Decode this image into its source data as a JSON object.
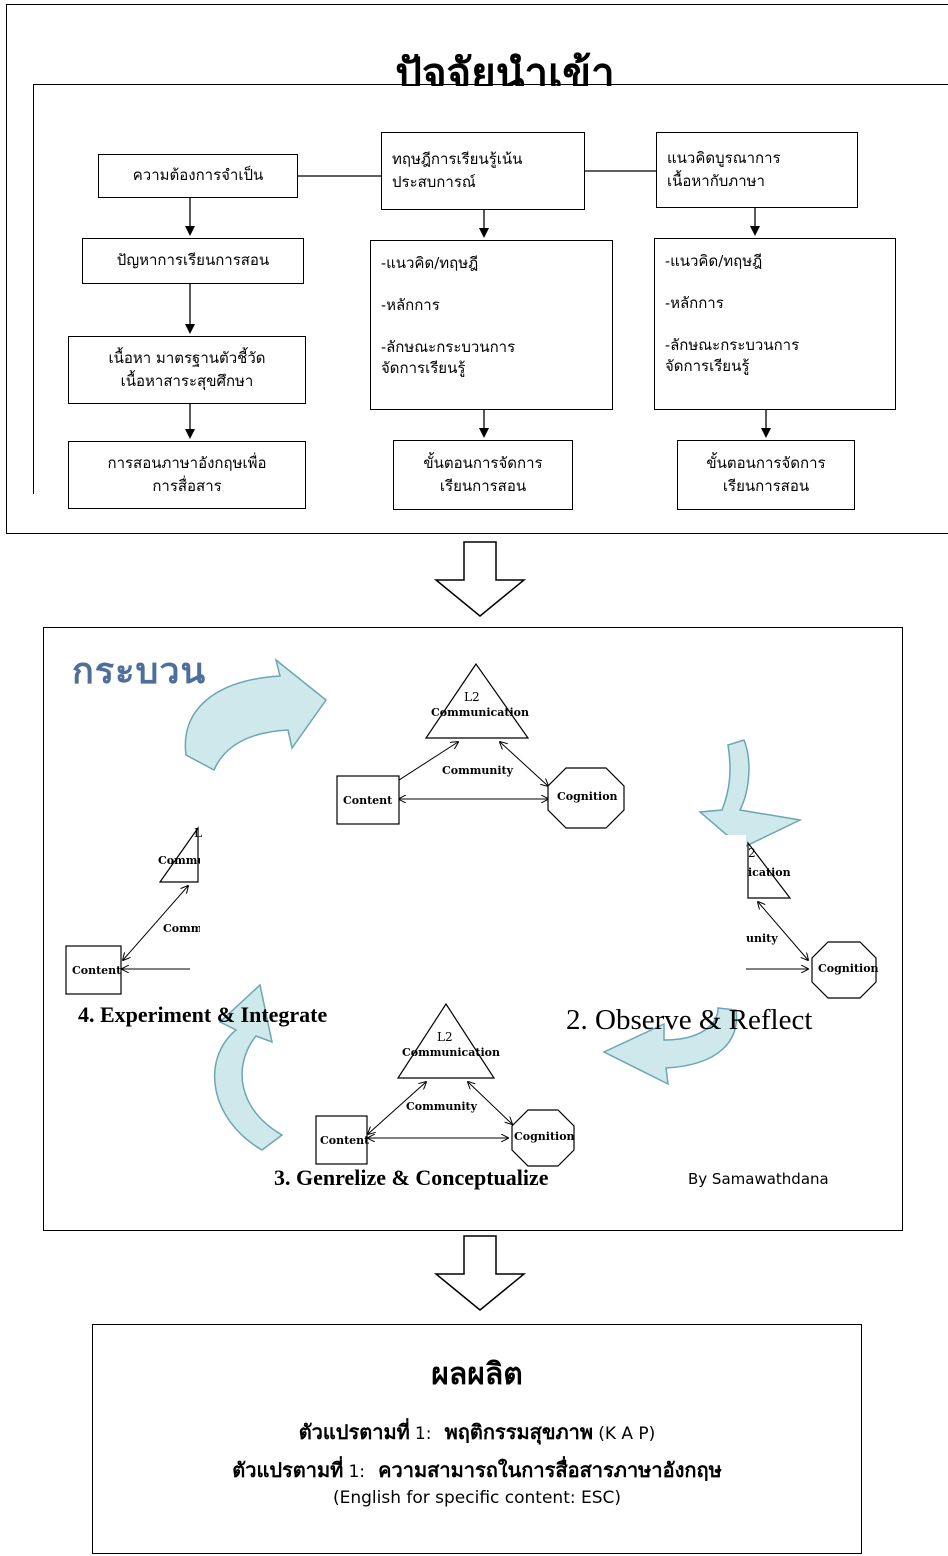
{
  "input_section": {
    "title": "ปัจจัยนำเข้า",
    "col1": {
      "box1": "ความต้องการจำเป็น",
      "box2": "ปัญหาการเรียนการสอน",
      "box3_line1": "เนื้อหา มาตรฐานตัวชี้วัด",
      "box3_line2": "เนื้อหาสาระสุขศึกษา",
      "box4_line1": "การสอนภาษาอังกฤษเพื่อ",
      "box4_line2": "การสื่อสาร"
    },
    "col2": {
      "box1_line1": "ทฤษฎีการเรียนรู้เน้น",
      "box1_line2": "ประสบการณ์",
      "box2_item1": "-แนวคิด/ทฤษฎี",
      "box2_item2": "-หลักการ",
      "box2_item3": "-ลักษณะกระบวนการ",
      "box2_item3b": "จัดการเรียนรู้",
      "box3_line1": "ขั้นตอนการจัดการ",
      "box3_line2": "เรียนการสอน"
    },
    "col3": {
      "box1_line1": "แนวคิดบูรณาการ",
      "box1_line2": "เนื้อหากับภาษา",
      "box2_item1": "-แนวคิด/ทฤษฎี",
      "box2_item2": "-หลักการ",
      "box2_item3": "-ลักษณะกระบวนการ",
      "box2_item3b": "จัดการเรียนรู้",
      "box3_line1": "ขั้นตอนการจัดการ",
      "box3_line2": "เรียนการสอน"
    }
  },
  "process_section": {
    "title": "กระบวน",
    "triangle_l2": "L2",
    "triangle_label": "Communication",
    "community_label": "Community",
    "content_label": "Content",
    "cognition_label": "Cognition",
    "left_partial_comm": "Commu",
    "left_partial_l2": "L",
    "left_partial_community": "Comm",
    "right_partial_l2": "2",
    "right_partial_comm": "ication",
    "right_partial_community": "unity",
    "step2": "2. Observe & Reflect",
    "step3": "3. Genrelize & Conceptualize",
    "step4": "4. Experiment & Integrate",
    "credit": "By Samawathdana"
  },
  "output_section": {
    "title": "ผลผลิต",
    "var1_label": "ตัวแปรตามที่",
    "var1_num": "1:",
    "var1_text": "พฤติกรรมสุขภาพ",
    "var1_abbr": "(K A P)",
    "var2_label": "ตัวแปรตามที่",
    "var2_num": "1:",
    "var2_text": "ความสามารถในการสื่อสารภาษาอังกฤษ",
    "var2_sub": "(English for specific content: ESC)"
  },
  "colors": {
    "cycle_arrow_fill": "#cfe8ec",
    "cycle_arrow_stroke": "#6aa7b3",
    "title_blue": "#4e6e9c"
  }
}
